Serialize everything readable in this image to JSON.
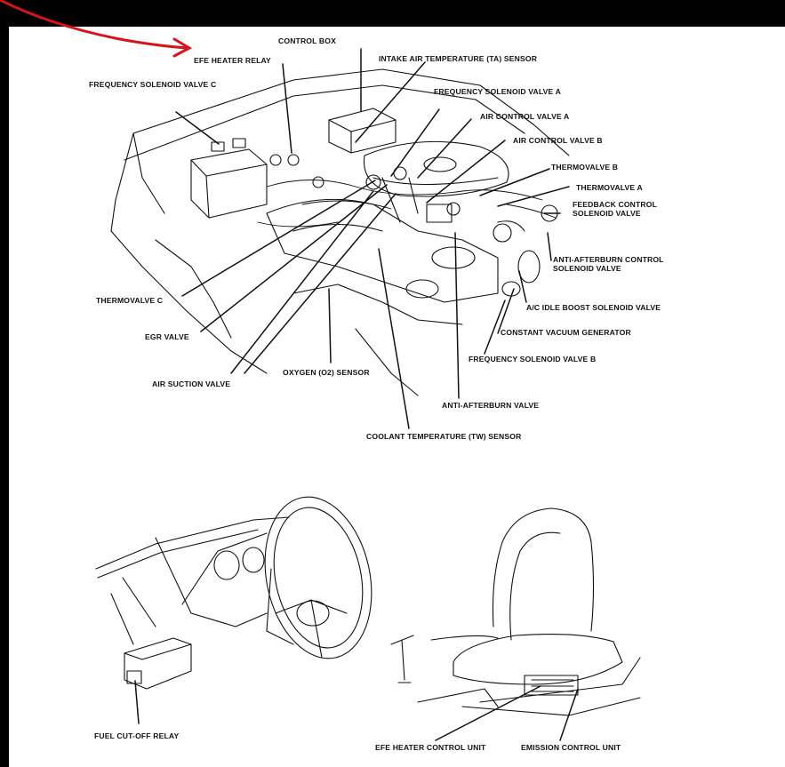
{
  "colors": {
    "background": "#000000",
    "paper": "#ffffff",
    "ink": "#111111",
    "annotation": "#d8141b"
  },
  "labels": {
    "control_box": "CONTROL BOX",
    "efe_heater_relay": "EFE HEATER RELAY",
    "intake_air_temp_sensor": "INTAKE AIR TEMPERATURE (TA) SENSOR",
    "frequency_solenoid_valve_c": "FREQUENCY SOLENOID VALVE C",
    "frequency_solenoid_valve_a": "FREQUENCY SOLENOID VALVE A",
    "air_control_valve_a": "AIR CONTROL VALVE A",
    "air_control_valve_b": "AIR CONTROL VALVE B",
    "thermovalve_b": "THERMOVALVE B",
    "thermovalve_a": "THERMOVALVE A",
    "feedback_control_solenoid_valve": "FEEDBACK CONTROL\nSOLENOID VALVE",
    "anti_afterburn_control_solenoid_valve": "ANTI-AFTERBURN CONTROL\nSOLENOID VALVE",
    "thermovalve_c": "THERMOVALVE C",
    "ac_idle_boost_solenoid_valve": "A/C IDLE BOOST SOLENOID VALVE",
    "constant_vacuum_generator": "CONSTANT VACUUM GENERATOR",
    "egr_valve": "EGR VALVE",
    "frequency_solenoid_valve_b": "FREQUENCY SOLENOID VALVE B",
    "oxygen_sensor": "OXYGEN (O2) SENSOR",
    "air_suction_valve": "AIR SUCTION VALVE",
    "anti_afterburn_valve": "ANTI-AFTERBURN VALVE",
    "coolant_temp_sensor": "COOLANT TEMPERATURE (TW) SENSOR",
    "fuel_cutoff_relay": "FUEL CUT-OFF RELAY",
    "efe_heater_control_unit": "EFE HEATER CONTROL UNIT",
    "emission_control_unit": "EMISSION CONTROL UNIT"
  }
}
